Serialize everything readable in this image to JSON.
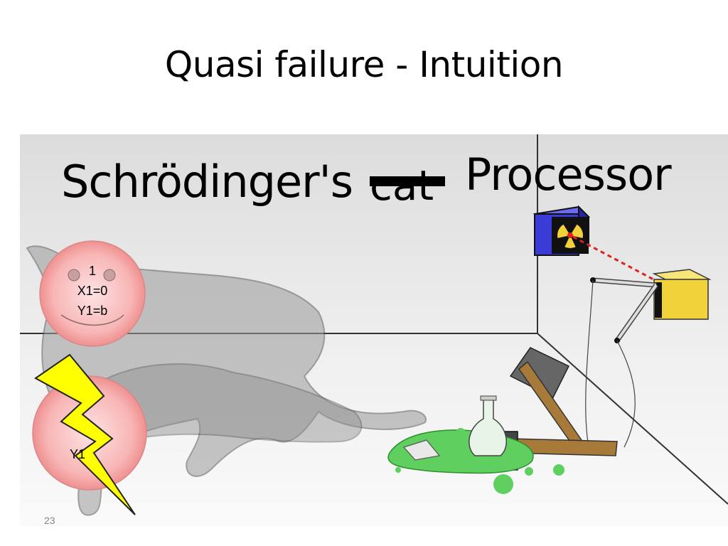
{
  "slide": {
    "title": "Quasi failure - Intuition",
    "page_number": "23"
  },
  "diagram": {
    "label_prefix": "Schrödinger's",
    "struck_word": "cat",
    "replacement_word": "Processor",
    "state_top": {
      "line1": "1",
      "line2": "X1=0",
      "line3": "Y1=b"
    },
    "state_bottom": {
      "line1": "Y1"
    }
  },
  "colors": {
    "accent_radiation_box": "#3b3bd8",
    "detector_box": "#f2d23a",
    "laser": "#e02020",
    "poison": "#5fcf5f",
    "bolt": "#ffff00",
    "state_circle": "#f7a9a9"
  }
}
